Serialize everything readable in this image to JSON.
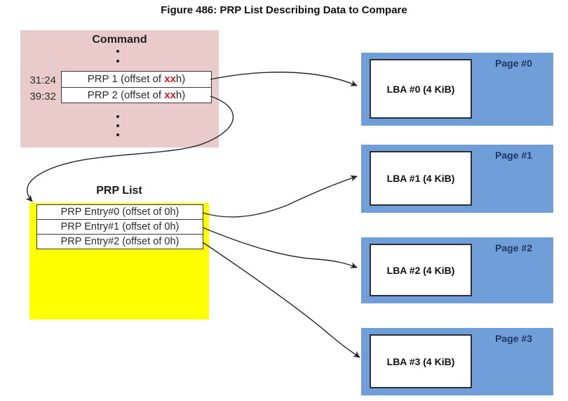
{
  "figure": {
    "title": "Figure 486: PRP List Describing Data to Compare"
  },
  "command": {
    "label": "Command",
    "rows": [
      {
        "bits": "31:24",
        "text_pre": "PRP 1 (offset of ",
        "text_red": "xx",
        "text_post": "h)"
      },
      {
        "bits": "39:32",
        "text_pre": "PRP 2 (offset of ",
        "text_red": "xx",
        "text_post": "h)"
      }
    ]
  },
  "prp_list": {
    "label": "PRP List",
    "entries": [
      {
        "text": "PRP Entry#0 (offset of 0h)"
      },
      {
        "text": "PRP Entry#1 (offset of 0h)"
      },
      {
        "text": "PRP Entry#2 (offset of 0h)"
      }
    ]
  },
  "pages": [
    {
      "label": "Page #0",
      "lba": "LBA #0 (4 KiB)"
    },
    {
      "label": "Page #1",
      "lba": "LBA #1 (4 KiB)"
    },
    {
      "label": "Page #2",
      "lba": "LBA #2 (4 KiB)"
    },
    {
      "label": "Page #3",
      "lba": "LBA #3 (4 KiB)"
    }
  ],
  "colors": {
    "command_fill": "#e8cbca",
    "prp_list_fill": "#ffff00",
    "page_fill": "#6f9ed8",
    "page_label_text": "#1f3864",
    "offset_highlight_red": "#cc2222",
    "box_border": "#3a3a3a",
    "arrow": "#262626"
  }
}
